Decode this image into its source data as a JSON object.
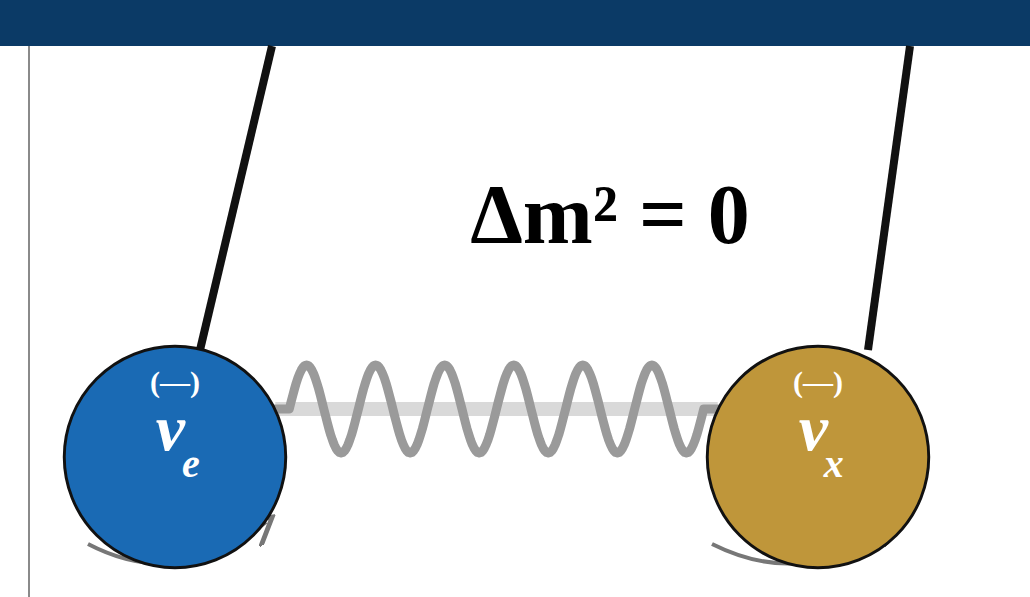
{
  "diagram": {
    "nodes": [
      {
        "text": [
          "(—)",
          "ν",
          "e"
        ]
      },
      {
        "text": [
          "(—)",
          "ν",
          "x"
        ]
      }
    ],
    "edges": [
      {
        "from": 0,
        "to": 1,
        "arrow": "none"
      }
    ],
    "labels": [
      "Δm² = 0"
    ]
  }
}
